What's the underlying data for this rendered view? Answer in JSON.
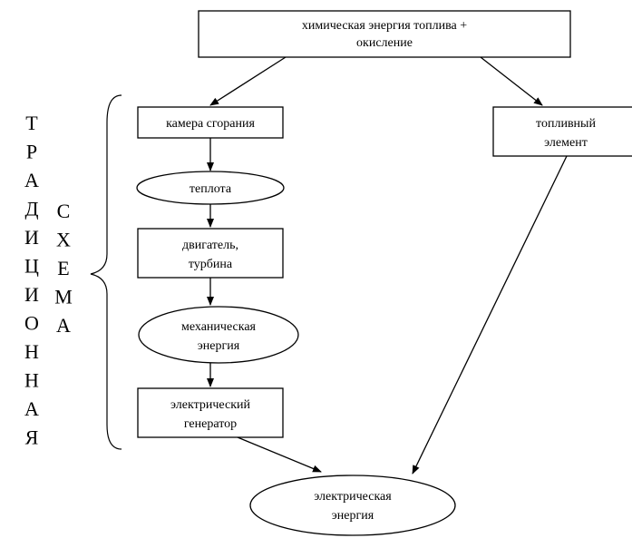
{
  "diagram": {
    "top_box": {
      "line1": "химическая энергия топлива +",
      "line2": "окисление"
    },
    "combustion_chamber": {
      "label": "камера сгорания"
    },
    "heat": {
      "label": "теплота"
    },
    "engine_turbine": {
      "line1": "двигатель,",
      "line2": "турбина"
    },
    "mechanical_energy": {
      "line1": "механическая",
      "line2": "энергия"
    },
    "electric_generator": {
      "line1": "электрический",
      "line2": "генератор"
    },
    "fuel_cell": {
      "line1": "топливный",
      "line2": "элемент"
    },
    "electric_energy": {
      "line1": "электрическая",
      "line2": "энергия"
    },
    "vertical_label_1": {
      "letters": [
        "Т",
        "Р",
        "А",
        "Д",
        "И",
        "Ц",
        "И",
        "О",
        "Н",
        "Н",
        "А",
        "Я"
      ]
    },
    "vertical_label_2": {
      "letters": [
        "С",
        "Х",
        "Е",
        "М",
        "А"
      ]
    }
  },
  "colors": {
    "stroke": "#000000",
    "fill": "#ffffff"
  }
}
